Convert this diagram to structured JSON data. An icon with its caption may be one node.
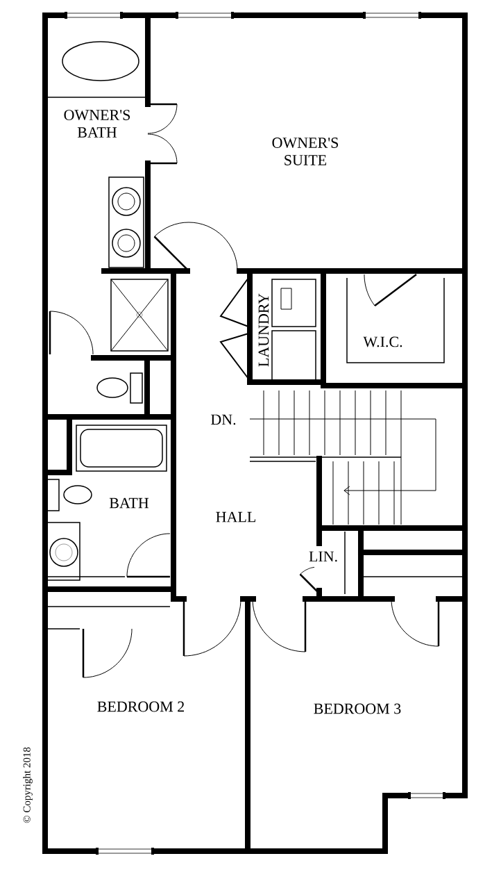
{
  "diagram": {
    "labels": [
      "OWNER'S BATH",
      "OWNER'S SUITE",
      "LAUNDRY",
      "W.I.C.",
      "DN.",
      "BATH",
      "HALL",
      "LIN.",
      "BEDROOM 2",
      "BEDROOM 3",
      "© Copyright 2018"
    ]
  }
}
